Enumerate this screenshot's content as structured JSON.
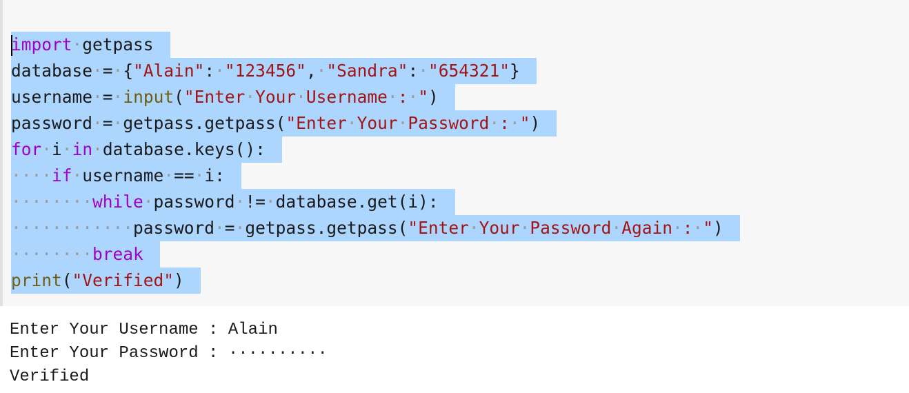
{
  "code_lines": [
    [
      {
        "t": "kw",
        "v": "import"
      },
      {
        "t": "ws",
        "v": "·"
      },
      {
        "t": "txt",
        "v": "getpass"
      }
    ],
    [
      {
        "t": "txt",
        "v": "database"
      },
      {
        "t": "ws",
        "v": "·"
      },
      {
        "t": "txt",
        "v": "="
      },
      {
        "t": "ws",
        "v": "·"
      },
      {
        "t": "txt",
        "v": "{"
      },
      {
        "t": "str",
        "v": "\"Alain\""
      },
      {
        "t": "txt",
        "v": ":"
      },
      {
        "t": "ws",
        "v": "·"
      },
      {
        "t": "str",
        "v": "\"123456\""
      },
      {
        "t": "txt",
        "v": ","
      },
      {
        "t": "ws",
        "v": "·"
      },
      {
        "t": "str",
        "v": "\"Sandra\""
      },
      {
        "t": "txt",
        "v": ":"
      },
      {
        "t": "ws",
        "v": "·"
      },
      {
        "t": "str",
        "v": "\"654321\""
      },
      {
        "t": "txt",
        "v": "}"
      }
    ],
    [
      {
        "t": "txt",
        "v": "username"
      },
      {
        "t": "ws",
        "v": "·"
      },
      {
        "t": "txt",
        "v": "="
      },
      {
        "t": "ws",
        "v": "·"
      },
      {
        "t": "bi",
        "v": "input"
      },
      {
        "t": "txt",
        "v": "("
      },
      {
        "t": "str",
        "v": "\"Enter"
      },
      {
        "t": "ws",
        "v": "·"
      },
      {
        "t": "str",
        "v": "Your"
      },
      {
        "t": "ws",
        "v": "·"
      },
      {
        "t": "str",
        "v": "Username"
      },
      {
        "t": "ws",
        "v": "·"
      },
      {
        "t": "str",
        "v": ":"
      },
      {
        "t": "ws",
        "v": "·"
      },
      {
        "t": "str",
        "v": "\""
      },
      {
        "t": "txt",
        "v": ")"
      }
    ],
    [
      {
        "t": "txt",
        "v": "password"
      },
      {
        "t": "ws",
        "v": "·"
      },
      {
        "t": "txt",
        "v": "="
      },
      {
        "t": "ws",
        "v": "·"
      },
      {
        "t": "txt",
        "v": "getpass.getpass("
      },
      {
        "t": "str",
        "v": "\"Enter"
      },
      {
        "t": "ws",
        "v": "·"
      },
      {
        "t": "str",
        "v": "Your"
      },
      {
        "t": "ws",
        "v": "·"
      },
      {
        "t": "str",
        "v": "Password"
      },
      {
        "t": "ws",
        "v": "·"
      },
      {
        "t": "str",
        "v": ":"
      },
      {
        "t": "ws",
        "v": "·"
      },
      {
        "t": "str",
        "v": "\""
      },
      {
        "t": "txt",
        "v": ")"
      }
    ],
    [
      {
        "t": "kw",
        "v": "for"
      },
      {
        "t": "ws",
        "v": "·"
      },
      {
        "t": "txt",
        "v": "i"
      },
      {
        "t": "ws",
        "v": "·"
      },
      {
        "t": "kw",
        "v": "in"
      },
      {
        "t": "ws",
        "v": "·"
      },
      {
        "t": "txt",
        "v": "database.keys():"
      }
    ],
    [
      {
        "t": "ws",
        "v": "····"
      },
      {
        "t": "kw",
        "v": "if"
      },
      {
        "t": "ws",
        "v": "·"
      },
      {
        "t": "txt",
        "v": "username"
      },
      {
        "t": "ws",
        "v": "·"
      },
      {
        "t": "txt",
        "v": "=="
      },
      {
        "t": "ws",
        "v": "·"
      },
      {
        "t": "txt",
        "v": "i:"
      }
    ],
    [
      {
        "t": "ws",
        "v": "········"
      },
      {
        "t": "kw",
        "v": "while"
      },
      {
        "t": "ws",
        "v": "·"
      },
      {
        "t": "txt",
        "v": "password"
      },
      {
        "t": "ws",
        "v": "·"
      },
      {
        "t": "txt",
        "v": "!="
      },
      {
        "t": "ws",
        "v": "·"
      },
      {
        "t": "txt",
        "v": "database.get(i):"
      }
    ],
    [
      {
        "t": "ws",
        "v": "············"
      },
      {
        "t": "txt",
        "v": "password"
      },
      {
        "t": "ws",
        "v": "·"
      },
      {
        "t": "txt",
        "v": "="
      },
      {
        "t": "ws",
        "v": "·"
      },
      {
        "t": "txt",
        "v": "getpass.getpass("
      },
      {
        "t": "str",
        "v": "\"Enter"
      },
      {
        "t": "ws",
        "v": "·"
      },
      {
        "t": "str",
        "v": "Your"
      },
      {
        "t": "ws",
        "v": "·"
      },
      {
        "t": "str",
        "v": "Password"
      },
      {
        "t": "ws",
        "v": "·"
      },
      {
        "t": "str",
        "v": "Again"
      },
      {
        "t": "ws",
        "v": "·"
      },
      {
        "t": "str",
        "v": ":"
      },
      {
        "t": "ws",
        "v": "·"
      },
      {
        "t": "str",
        "v": "\""
      },
      {
        "t": "txt",
        "v": ")"
      }
    ],
    [
      {
        "t": "ws",
        "v": "········"
      },
      {
        "t": "kw",
        "v": "break"
      }
    ],
    [
      {
        "t": "bi",
        "v": "print"
      },
      {
        "t": "txt",
        "v": "("
      },
      {
        "t": "str",
        "v": "\"Verified\""
      },
      {
        "t": "txt",
        "v": ")"
      }
    ]
  ],
  "output": {
    "line1": "Enter Your Username : Alain",
    "line2": "Enter Your Password : ··········",
    "line3": "Verified"
  }
}
